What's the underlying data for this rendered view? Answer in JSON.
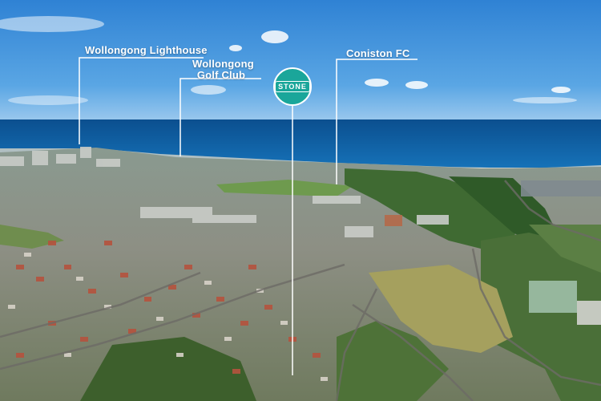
{
  "labels": {
    "lighthouse": "Wollongong Lighthouse",
    "golf_club": "Wollongong Golf Club",
    "coniston": "Coniston FC"
  },
  "logo": {
    "text": "STONE",
    "color": "#1aa69a"
  },
  "colors": {
    "sky": "#3a8fd9",
    "ocean": "#0c5fa0",
    "leader_line": "#ffffff"
  }
}
